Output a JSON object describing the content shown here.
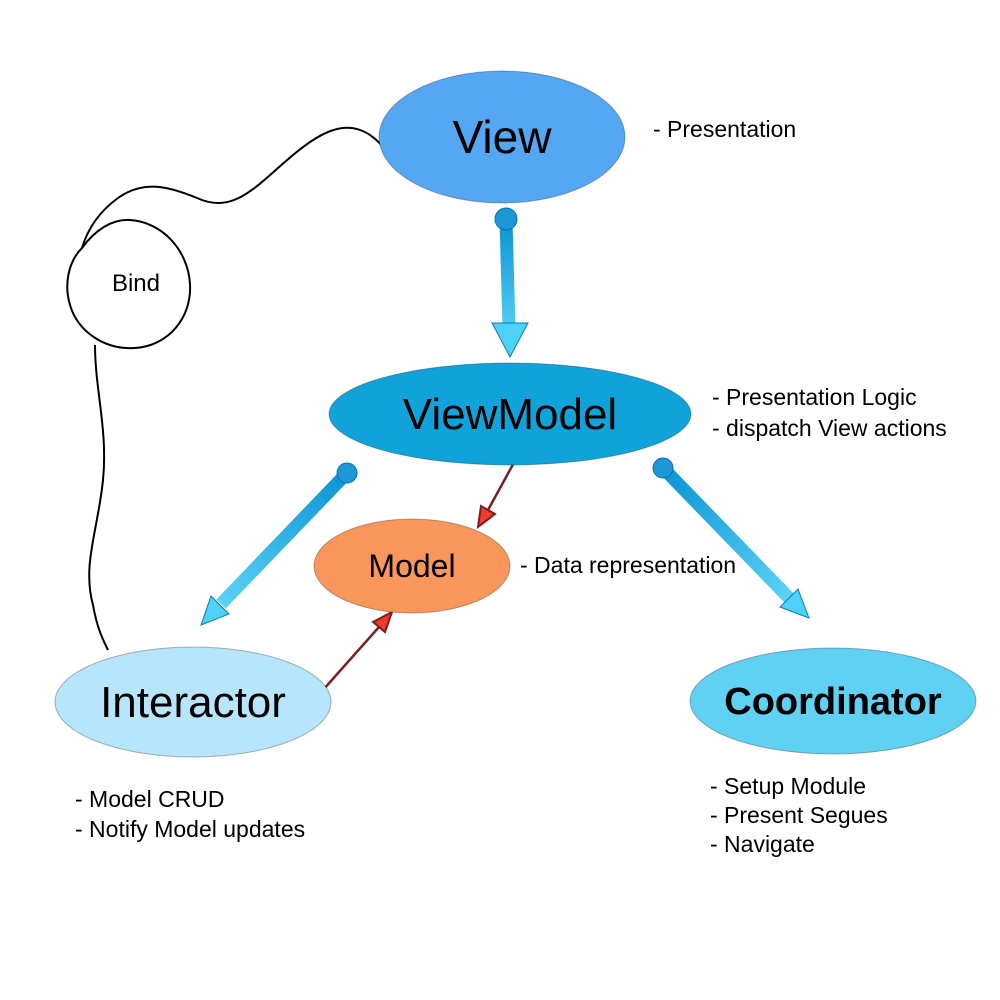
{
  "nodes": {
    "view": {
      "label": "View",
      "fill": "#55a6f3"
    },
    "viewmodel": {
      "label": "ViewModel",
      "fill": "#0fa3da"
    },
    "model": {
      "label": "Model",
      "fill": "#f8965b"
    },
    "interactor": {
      "label": "Interactor",
      "fill": "#b7e5fb"
    },
    "coordinator": {
      "label": "Coordinator",
      "fill": "#60d1f3"
    }
  },
  "annotations": {
    "view": [
      "- Presentation"
    ],
    "viewmodel": [
      "- Presentation Logic",
      "- dispatch View actions"
    ],
    "model": [
      "- Data representation"
    ],
    "interactor": [
      "- Model CRUD",
      "- Notify Model updates"
    ],
    "coordinator": [
      "- Setup Module",
      "- Present Segues",
      "- Navigate"
    ]
  },
  "bind_label": "Bind",
  "colors": {
    "cyan_arrow_light": "#63d8f8",
    "cyan_arrow_dark": "#0a93d4",
    "cyan_dot": "#1e97d6",
    "red_arrow_fill": "#f03a2c",
    "red_arrow_stroke": "#7a1f1f",
    "curve_line": "#000000"
  }
}
